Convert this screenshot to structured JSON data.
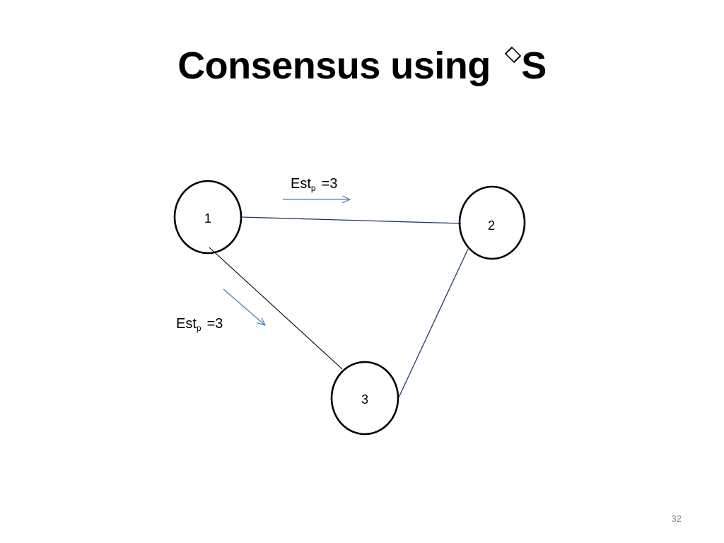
{
  "slide": {
    "title": "Consensus using",
    "title_suffix": "S",
    "title_icon": "diamond-icon",
    "slide_number": "32"
  },
  "diagram": {
    "nodes": [
      {
        "id": "1",
        "label": "1"
      },
      {
        "id": "2",
        "label": "2"
      },
      {
        "id": "3",
        "label": "3"
      }
    ],
    "edges": [
      {
        "from": "1",
        "to": "2"
      },
      {
        "from": "1",
        "to": "3"
      },
      {
        "from": "2",
        "to": "3"
      }
    ],
    "messages": [
      {
        "base": "Est",
        "subscript": "p",
        "value": "=3",
        "from": "1",
        "to": "2"
      },
      {
        "base": "Est",
        "subscript": "p",
        "value": "=3",
        "from": "1",
        "to": "3"
      }
    ],
    "colors": {
      "edge": "#1f3a6b",
      "arrow": "#4a7fb5",
      "node_stroke": "#000000"
    }
  }
}
